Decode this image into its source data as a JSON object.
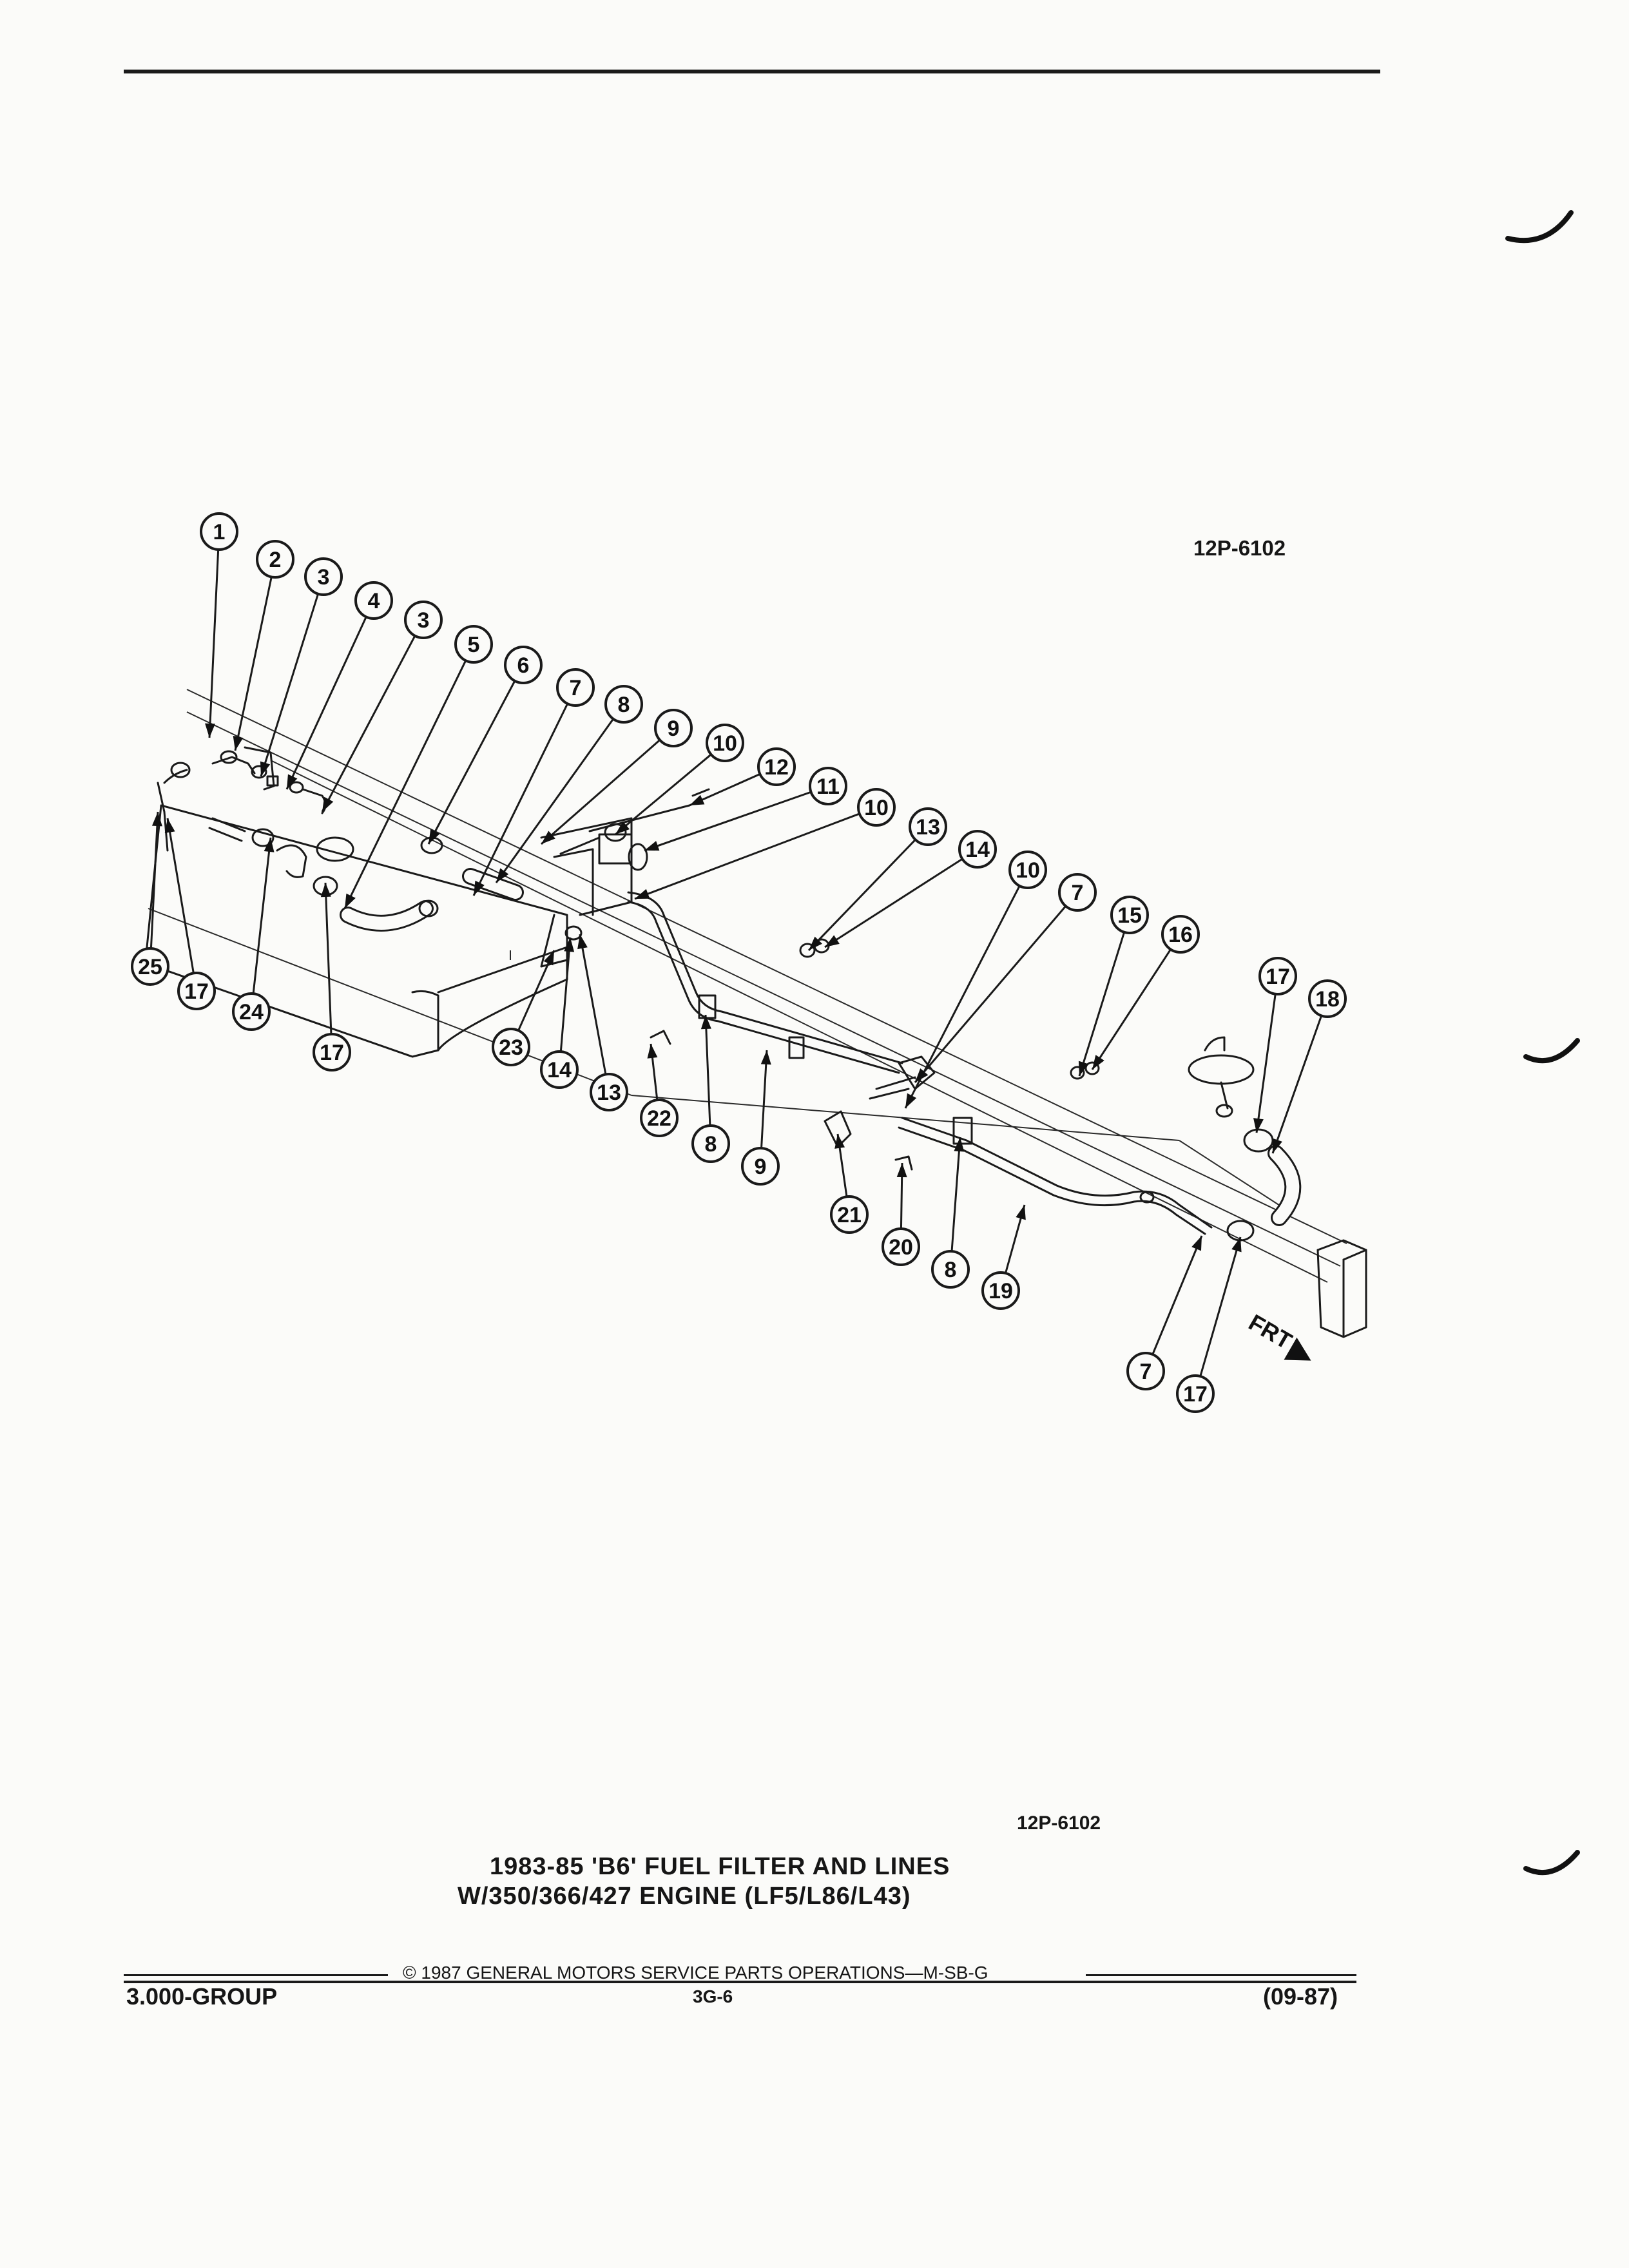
{
  "figure_code_top": "12P-6102",
  "figure_code_bottom": "12P-6102",
  "title_line_1": "1983-85 'B6' FUEL FILTER AND LINES",
  "title_line_2": "W/350/366/427 ENGINE (LF5/L86/L43)",
  "footer": {
    "copyright": "© 1987 GENERAL MOTORS SERVICE PARTS OPERATIONS—M-SB-G",
    "group": "3.000-GROUP",
    "page": "3G-6",
    "date_code": "(09-87)"
  },
  "direction_label": "FRT",
  "callouts": [
    {
      "label": "1"
    },
    {
      "label": "2"
    },
    {
      "label": "3"
    },
    {
      "label": "4"
    },
    {
      "label": "3"
    },
    {
      "label": "5"
    },
    {
      "label": "6"
    },
    {
      "label": "7"
    },
    {
      "label": "8"
    },
    {
      "label": "9"
    },
    {
      "label": "10"
    },
    {
      "label": "12"
    },
    {
      "label": "11"
    },
    {
      "label": "10"
    },
    {
      "label": "13"
    },
    {
      "label": "14"
    },
    {
      "label": "10"
    },
    {
      "label": "7"
    },
    {
      "label": "15"
    },
    {
      "label": "16"
    },
    {
      "label": "17"
    },
    {
      "label": "18"
    },
    {
      "label": "25"
    },
    {
      "label": "17"
    },
    {
      "label": "24"
    },
    {
      "label": "17"
    },
    {
      "label": "23"
    },
    {
      "label": "14"
    },
    {
      "label": "13"
    },
    {
      "label": "22"
    },
    {
      "label": "8"
    },
    {
      "label": "9"
    },
    {
      "label": "21"
    },
    {
      "label": "20"
    },
    {
      "label": "8"
    },
    {
      "label": "19"
    },
    {
      "label": "7"
    },
    {
      "label": "17"
    }
  ]
}
